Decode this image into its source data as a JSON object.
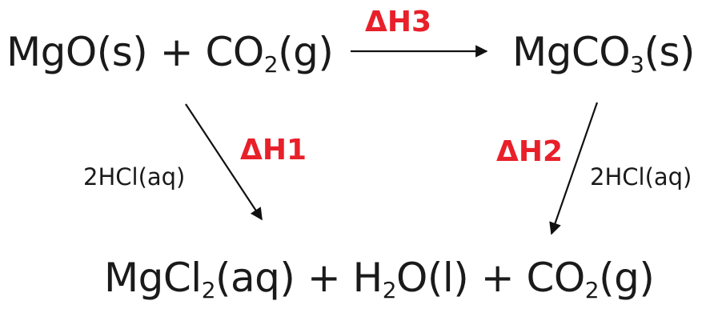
{
  "reactants": {
    "mgo": "MgO(s)",
    "plus": " + ",
    "co2_pre": "CO",
    "co2_sub": "2",
    "co2_post": "(g)"
  },
  "carbonate": {
    "pre": "MgCO",
    "sub": "3",
    "post": "(s)"
  },
  "products": {
    "mgcl_pre": "MgCl",
    "mgcl_sub": "2",
    "mgcl_post": "(aq)",
    "plus1": " + ",
    "h2o_pre": "H",
    "h2o_sub": "2",
    "h2o_post": "O(l)",
    "plus2": " + ",
    "co2_pre": "CO",
    "co2_sub": "2",
    "co2_post": "(g)"
  },
  "enthalpies": {
    "dh1": "ΔH1",
    "dh2": "ΔH2",
    "dh3": "ΔH3"
  },
  "reagents": {
    "left": "2HCl(aq)",
    "right": "2HCl(aq)"
  },
  "colors": {
    "text": "#1a1a1a",
    "enthalpy": "#e8202a",
    "arrow": "#111111"
  }
}
